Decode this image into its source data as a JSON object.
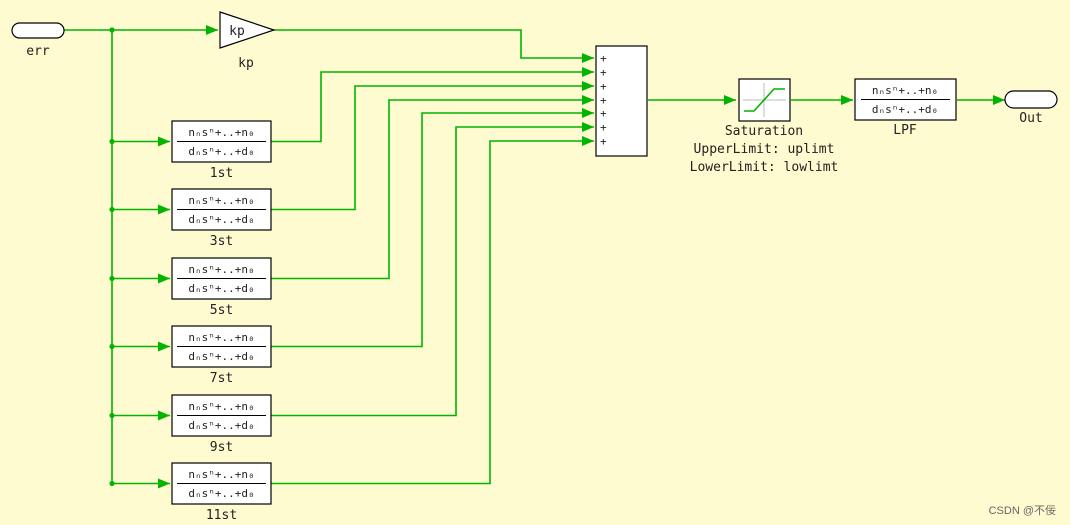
{
  "ports": {
    "input": "err",
    "output": "Out"
  },
  "gain": {
    "symbol": "kp",
    "label": "kp"
  },
  "transfer_fcn": {
    "numerator": "nₙsⁿ+..+n₀",
    "denominator": "dₙsⁿ+..+d₀"
  },
  "filters": [
    {
      "label": "1st"
    },
    {
      "label": "3st"
    },
    {
      "label": "5st"
    },
    {
      "label": "7st"
    },
    {
      "label": "9st"
    },
    {
      "label": "11st"
    }
  ],
  "sum": {
    "signs": [
      "+",
      "+",
      "+",
      "+",
      "+",
      "+",
      "+"
    ]
  },
  "saturation": {
    "label": "Saturation",
    "upper": "UpperLimit: uplimt",
    "lower": "LowerLimit: lowlimt"
  },
  "lpf": {
    "label": "LPF"
  },
  "watermark": "CSDN @不佞",
  "colors": {
    "background": "#fffbd0",
    "wire": "#00b400",
    "block_border": "#000000"
  }
}
